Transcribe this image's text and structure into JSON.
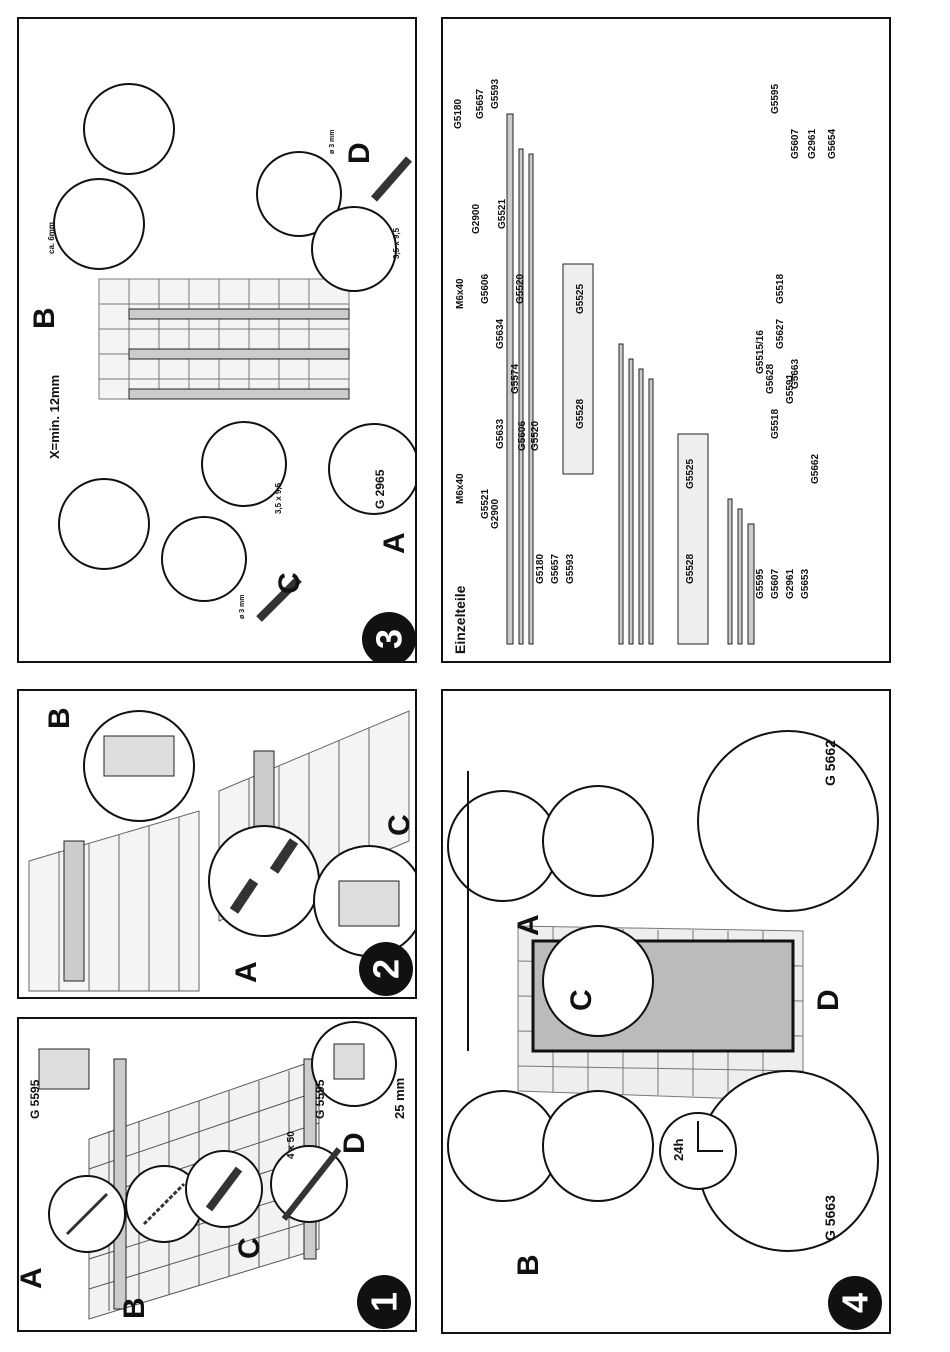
{
  "panels": {
    "p1": {
      "step": "1",
      "labels": {
        "a": "A",
        "b": "B",
        "c": "C",
        "d": "D"
      },
      "parts": {
        "left": "G 5595",
        "right": "G 5595"
      },
      "dims": {
        "screw": "4 x 50",
        "gap": "25 mm"
      }
    },
    "p2": {
      "step": "2",
      "labels": {
        "a": "A",
        "b": "B",
        "c": "C"
      }
    },
    "p3": {
      "step": "3",
      "labels": {
        "a": "A",
        "b": "B",
        "c": "C",
        "d": "D"
      },
      "part_a": "G 2965",
      "dims": {
        "min": "X=min. 12mm",
        "ca": "ca. 6mm",
        "screw1": "3,5 x 9,5",
        "screw2": "3,5 x 9,5",
        "drill1": "ø 3 mm",
        "drill2": "ø 3 mm"
      }
    },
    "p4": {
      "step": "4",
      "labels": {
        "a": "A",
        "b": "B",
        "c": "C",
        "d": "D"
      },
      "parts": {
        "left": "G 5662",
        "right": "G 5663"
      },
      "time": "24h"
    },
    "p5": {
      "title": "Einzelteile",
      "parts": {
        "g5180a": "G5180",
        "g5657a": "G5657",
        "g5593a": "G5593",
        "g2900a": "G2900",
        "g5521a": "G5521",
        "m6a": "M6x40",
        "g5606a": "G5606",
        "g5520a": "G5520",
        "g5633": "G5633",
        "g5525a": "G5525",
        "g5528a": "G5528",
        "g5574": "G5574",
        "g5634": "G5634",
        "g5520b": "G5520",
        "g5606b": "G5606",
        "m6b": "M6x40",
        "g5525b": "G5525",
        "g5528b": "G5528",
        "g5521b": "G5521",
        "g2900b": "G2900",
        "g5593b": "G5593",
        "g5657b": "G5657",
        "g5180b": "G5180",
        "g5595a": "G5595",
        "g5607a": "G5607",
        "g2961a": "G2961",
        "g5653": "G5653",
        "g5518a": "G5518",
        "g5662": "G5662",
        "g5591": "G5591",
        "g5628": "G5628",
        "g5663": "G5663",
        "g5515": "G5515/16",
        "g5627": "G5627",
        "g5518b": "G5518",
        "g5595b": "G5595",
        "g5607b": "G5607",
        "g2961b": "G2961",
        "g5654": "G5654"
      }
    }
  }
}
